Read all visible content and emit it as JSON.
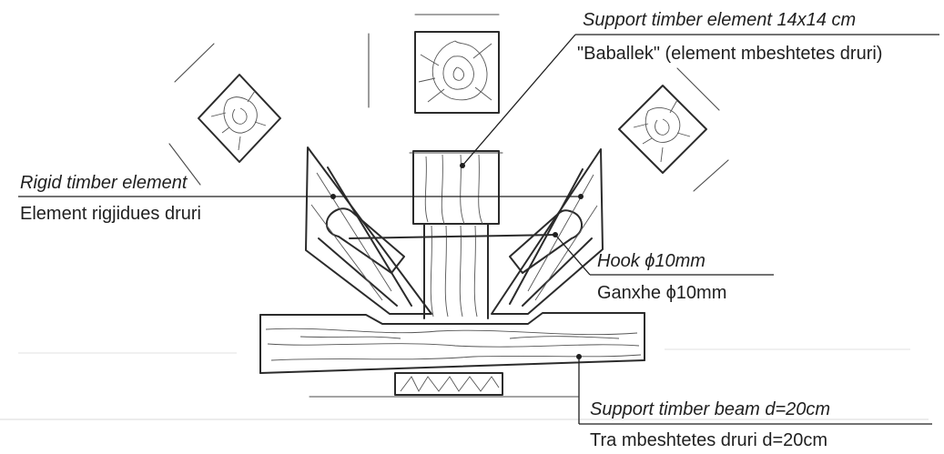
{
  "labels": {
    "support_element_en": "Support timber element 14x14 cm",
    "support_element_al": "\"Baballek\" (element mbeshtetes druri)",
    "rigid_element_en": "Rigid timber element",
    "rigid_element_al": "Element rigjidues druri",
    "hook_en": "Hook ϕ10mm",
    "hook_al": "Ganxhe ϕ10mm",
    "beam_en": "Support timber beam d=20cm",
    "beam_al": "Tra mbeshtetes druri d=20cm"
  }
}
